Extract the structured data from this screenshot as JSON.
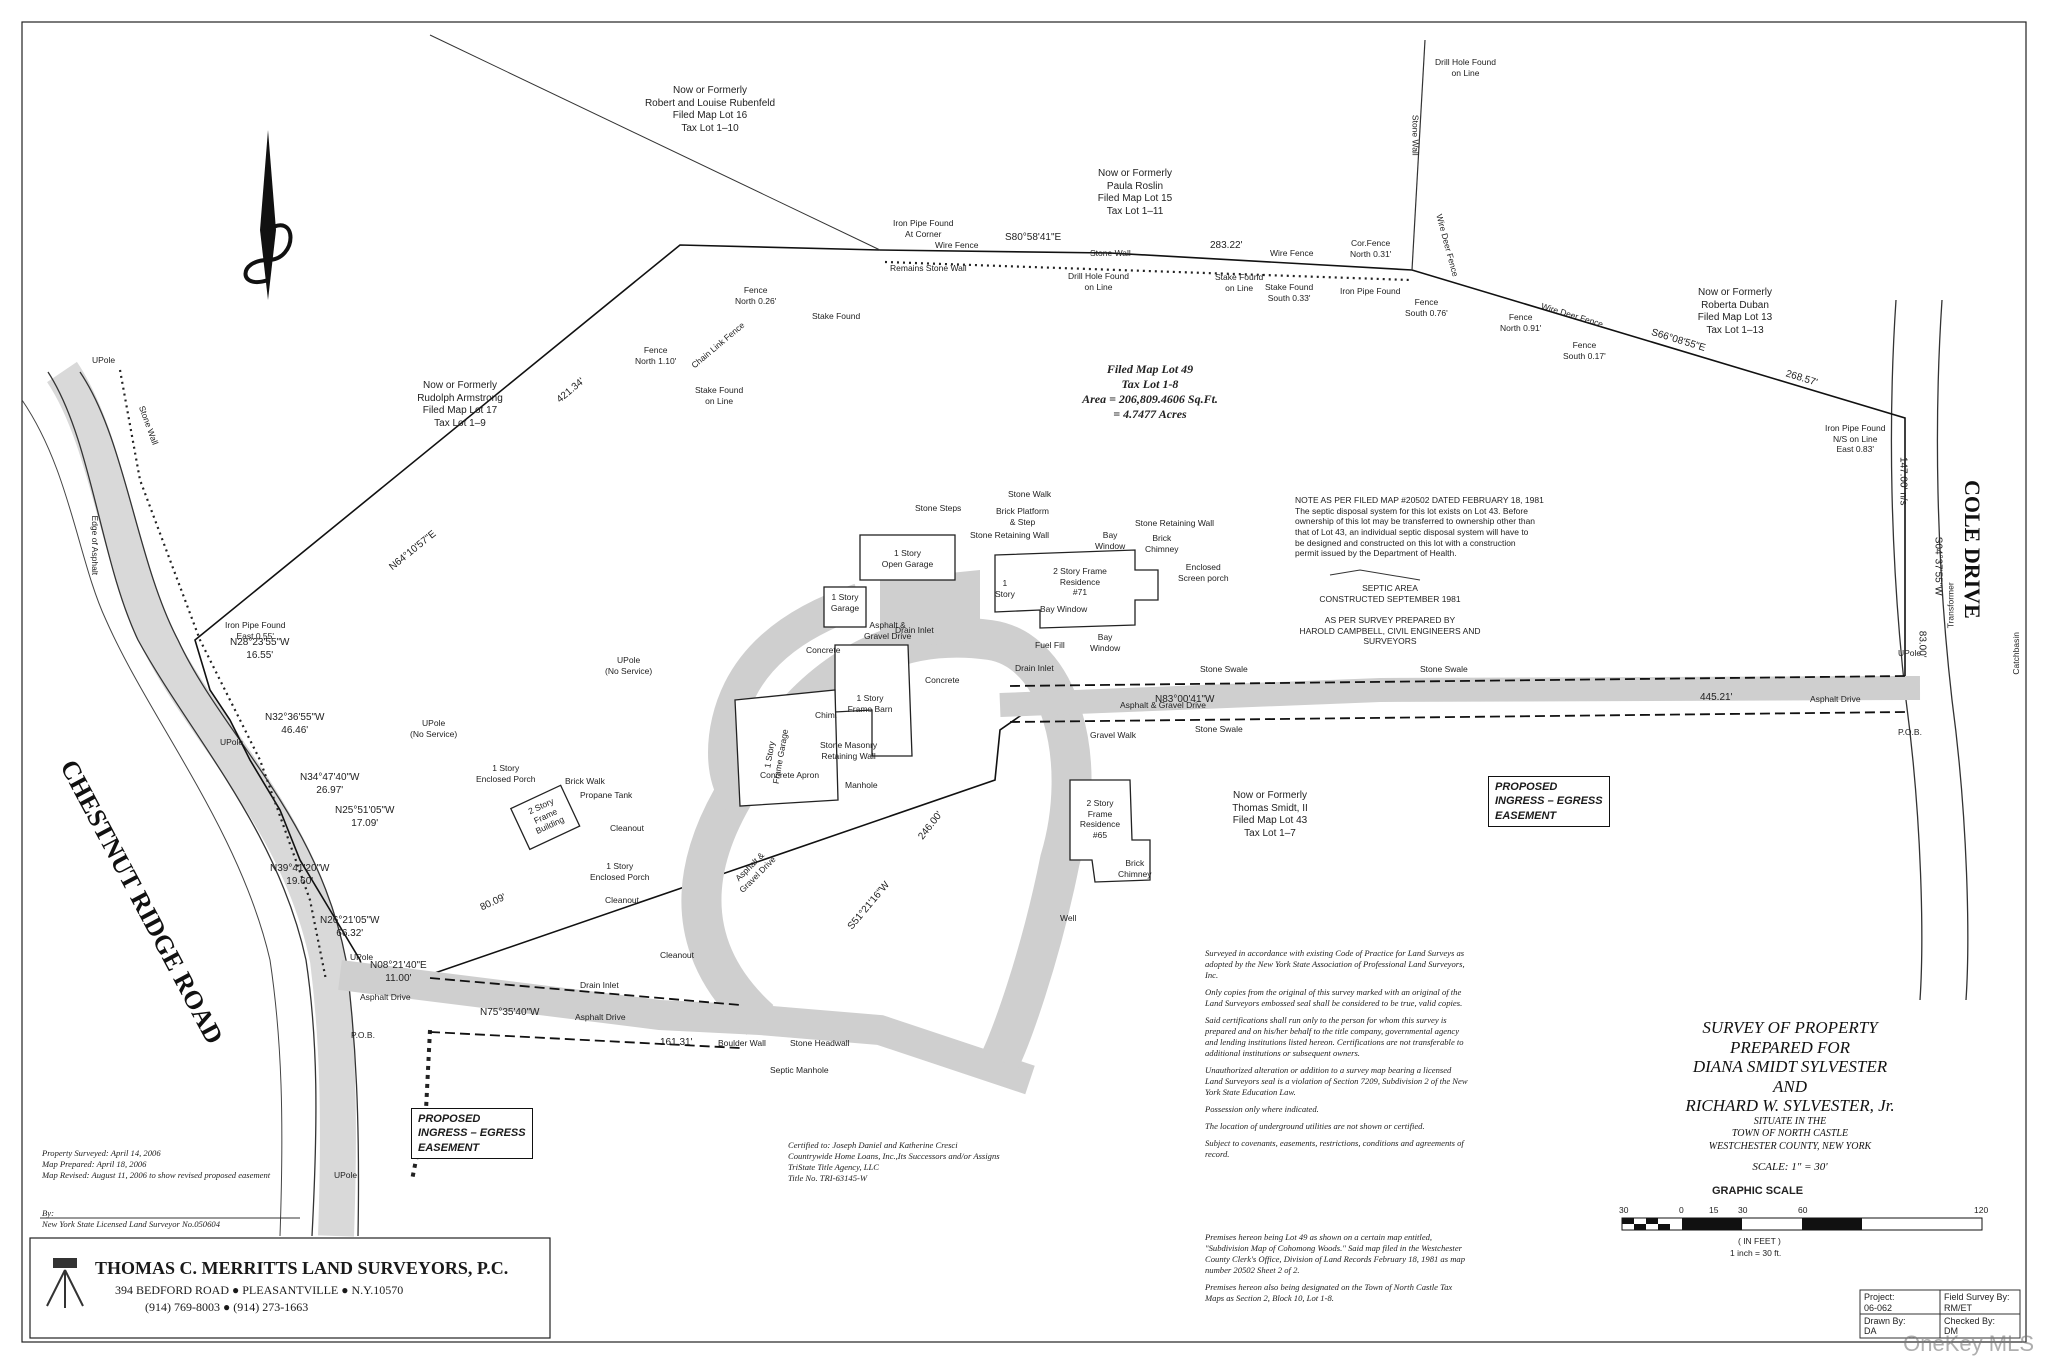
{
  "owners": {
    "rubenfeld": "Now or Formerly\nRobert and Louise Rubenfeld\nFiled Map Lot 16\nTax Lot 1–10",
    "roslin": "Now or Formerly\nPaula Roslin\nFiled Map Lot 15\nTax Lot 1–11",
    "duban": "Now or Formerly\nRoberta Duban\nFiled Map Lot 13\nTax Lot 1–13",
    "armstrong": "Now or Formerly\nRudolph Armstrong\nFiled Map Lot 17\nTax Lot 1–9",
    "smidt": "Now or Formerly\nThomas Smidt, II\nFiled Map Lot 43\nTax Lot 1–7"
  },
  "lot": {
    "name": "Filed Map Lot 49",
    "tax_lot": "Tax Lot 1-8",
    "area_sqft": "Area = 206,809.4606 Sq.Ft.",
    "area_acres": "= 4.7477 Acres"
  },
  "roads": {
    "chestnut": "CHESTNUT RIDGE ROAD",
    "cole": "COLE DRIVE"
  },
  "bearings": {
    "n64": "N64°10'57\"E",
    "s80": "S80°58'41\"E",
    "d283": "283.22'",
    "s66": "S66°08'55\"E",
    "d268": "268.57'",
    "d421": "421.34'",
    "n28": "N28°23'55\"W\n16.55'",
    "n32": "N32°36'55\"W\n46.46'",
    "n34": "N34°47'40\"W\n26.97'",
    "n25": "N25°51'05\"W\n17.09'",
    "n39": "N39°41'20\"W\n19.60'",
    "n26": "N26°21'05\"W\n66.32'",
    "n08": "N08°21'40\"E\n11.00'",
    "n75": "N75°35'40\"W",
    "n83": "N83°00'41\"W",
    "d445": "445.21'",
    "s51": "S51°21'16\"W",
    "d246": "246.00'",
    "d161": "161.31'",
    "s04": "S04°37'55\"W",
    "d83": "83.00'",
    "d147": "147.00' n/s",
    "d80": "80.09'"
  },
  "features": {
    "garage_open": "1 Story\nOpen Garage",
    "garage": "1 Story\nGarage",
    "residence71": "2 Story Frame\nResidence\n#71",
    "barn": "1 Story\nFrame Barn",
    "frame_garage": "1 Story\nFrame Garage",
    "frame_building": "2 Story\nFrame\nBuilding",
    "residence65": "2 Story\nFrame\nResidence\n#65",
    "enclosed_porch1": "1 Story\nEnclosed Porch",
    "enclosed_porch2": "1 Story\nEnclosed Porch",
    "asphalt_gravel1": "Asphalt &\nGravel Drive",
    "asphalt_gravel2": "Asphalt &\nGravel Drive",
    "asphalt_gravel3": "Asphalt & Gravel Drive",
    "asphalt_drive1": "Asphalt Drive",
    "asphalt_drive2": "Asphalt Drive",
    "asphalt_drive3": "Asphalt Drive",
    "drain1": "Drain Inlet",
    "drain2": "Drain Inlet",
    "drain3": "Drain Inlet",
    "stone_swale1": "Stone Swale",
    "stone_swale2": "Stone Swale",
    "stone_swale3": "Stone Swale",
    "gravel_walk": "Gravel Walk",
    "well": "Well",
    "cleanout1": "Cleanout",
    "cleanout2": "Cleanout",
    "cleanout3": "Cleanout",
    "propane": "Propane Tank",
    "brick_walk": "Brick Walk",
    "stone_steps": "Stone Steps",
    "stone_walk": "Stone Walk",
    "brick_platform": "Brick Platform\n& Step",
    "stone_ret_wall": "Stone Retaining Wall",
    "stone_ret_wall2": "Stone Retaining Wall",
    "bay_window": "Bay\nWindow",
    "brick_chimney": "Brick\nChimney",
    "enclosed_screen": "Enclosed\nScreen porch",
    "bay_window2": "Bay Window",
    "bay_window3": "Bay\nWindow",
    "fuel_fill": "Fuel Fill",
    "concrete1": "Concrete",
    "concrete2": "Concrete",
    "septic_manhole": "Septic Manhole",
    "stone_headwall": "Stone Headwall",
    "boulder_wall": "Boulder Wall",
    "upole_nos1": "UPole\n(No Service)",
    "upole_nos2": "UPole\n(No Service)",
    "catchbasin": "Catchbasin",
    "transformer": "Transformer",
    "stone_wall_l": "Stone Wall",
    "wire_fence": "Wire Fence",
    "wire_fence2": "Wire Fence",
    "wire_deer_fence": "Wire Deer Fence",
    "wire_deer_fence2": "Wire Deer Fence",
    "stone_wall_t": "Stone Wall",
    "remains_wall": "Remains Stone Wall",
    "chain_link": "Chain Link Fence",
    "edge_asphalt": "Edge of Asphalt",
    "stone_wall_v": "Stone Wall",
    "pob1": "P.O.B.",
    "pob2": "P.O.B.",
    "wall": "Wall",
    "chimney": "Chim.",
    "one_story": "1\nStory",
    "brick_chim": "Brick\nChimney",
    "stone_masonry": "Stone Masonry\nRetaining Wall",
    "concrete_apron": "Concrete Apron",
    "manhole": "Manhole"
  },
  "monuments": {
    "iron_pipe_corner": "Iron Pipe Found\nAt Corner",
    "drill_hole_top": "Drill Hole Found\non Line",
    "drill_hole_line": "Drill Hole Found\non Line",
    "stake_line": "Stake Found\non Line",
    "stake_south": "Stake Found\nSouth 0.33'",
    "iron_pipe_found": "Iron Pipe Found",
    "cor_fence": "Cor.Fence\nNorth 0.31'",
    "fence_s076": "Fence\nSouth 0.76'",
    "fence_n091": "Fence\nNorth 0.91'",
    "fence_s017": "Fence\nSouth 0.17'",
    "iron_pipe_cole": "Iron Pipe Found\nN/S on Line\nEast 0.83'",
    "fence_n026": "Fence\nNorth 0.26'",
    "stake_found": "Stake Found",
    "fence_n110": "Fence\nNorth 1.10'",
    "stake_line2": "Stake Found\non Line",
    "iron_pipe_l": "Iron Pipe Found\nEast 0.55'",
    "upole_tl": "UPole",
    "upole1": "UPole",
    "upole2": "UPole",
    "upole3": "UPole",
    "upole4": "UPole"
  },
  "septic_note": "NOTE AS PER FILED MAP #20502 DATED FEBRUARY 18, 1981\nThe septic disposal system for this lot exists on Lot 43. Before\nownership of this lot may be transferred to ownership other than\nthat of Lot 43, an individual septic disposal system will have to\nbe designed and constructed on this lot with a construction\npermit issued by the Department of Health.",
  "septic_area": "SEPTIC AREA\nCONSTRUCTED SEPTEMBER 1981\n\nAS PER SURVEY PREPARED BY\nHAROLD CAMPBELL, CIVIL ENGINEERS AND SURVEYORS",
  "easement": "PROPOSED\nINGRESS – EGRESS\nEASEMENT",
  "notes": [
    "Surveyed in accordance with existing Code of Practice for Land Surveys as adopted by the New York State Association of Professional Land Surveyors, Inc.",
    "Only copies from the original of this survey marked with an original of the Land Surveyors embossed seal shall be considered to be true, valid copies.",
    "Said certifications shall run only to the person for whom this survey is prepared and on his/her behalf to the title company, governmental agency and lending institutions listed hereon. Certifications are not transferable to additional institutions or subsequent owners.",
    "Unauthorized alteration or addition to a survey map bearing a licensed Land Surveyors seal is a violation of Section 7209, Subdivision 2 of the New York State Education Law.",
    "Possession only where indicated.",
    "The location of underground utilities are not shown or certified.",
    "Subject to covenants, easements, restrictions, conditions and agreements of record.",
    "Premises hereon being Lot 49 as shown on a certain map entitled, \"Subdivision Map of Cohomong Woods.\" Said map filed in the Westchester County Clerk's Office, Division of Land Records February 18, 1981 as map number 20502 Sheet 2 of 2.",
    "Premises hereon also being designated on the Town of North Castle Tax Maps as Section 2, Block 10, Lot 1-8."
  ],
  "certified": "Certified to:  Joseph Daniel and Katherine Cresci\nCountrywide Home Loans, Inc.,Its Successors and/or Assigns\nTriState Title Agency, LLC\nTitle No.  TRI-63145-W",
  "dates": "Property Surveyed: April 14, 2006\nMap Prepared: April 18, 2006\nMap Revised: August 11, 2006 to show revised proposed easement",
  "signature": "By:\nNew York State Licensed Land Surveyor No.050604",
  "title": {
    "l1": "SURVEY OF PROPERTY",
    "l2": "PREPARED FOR",
    "l3": "DIANA SMIDT SYLVESTER",
    "l4": "AND",
    "l5": "RICHARD W. SYLVESTER, Jr.",
    "l6": "SITUATE IN THE",
    "l7": "TOWN OF NORTH CASTLE",
    "l8": "WESTCHESTER COUNTY, NEW YORK",
    "scale": "SCALE: 1\" = 30'"
  },
  "graphic_scale": {
    "title": "GRAPHIC SCALE",
    "ticks": [
      "30",
      "0",
      "15",
      "30",
      "60",
      "120"
    ],
    "unit": "( IN FEET )",
    "ratio": "1 inch = 30  ft."
  },
  "company": {
    "name": "THOMAS C. MERRITTS LAND SURVEYORS, P.C.",
    "address": "394 BEDFORD ROAD ● PLEASANTVILLE ● N.Y.10570",
    "phone": "(914) 769-8003  ●  (914) 273-1663"
  },
  "titleblock": {
    "project_label": "Project:",
    "project": "06-062",
    "field_label": "Field Survey By:",
    "field": "RM/ET",
    "drawn_label": "Drawn By:",
    "drawn": "DA",
    "checked_label": "Checked By:",
    "checked": "DM"
  },
  "watermark": "OneKey MLS",
  "colors": {
    "pavement": "#cfcfcf",
    "line": "#1a1a1a"
  }
}
